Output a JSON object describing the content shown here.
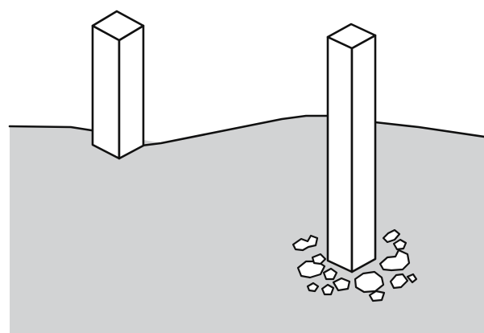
{
  "colors": {
    "ground": "#d2d3d4",
    "outline": "#111111",
    "pillar": "#ffffff",
    "background": "#ffffff"
  },
  "scene": {
    "pillars": [
      {
        "name": "shallow-post",
        "depth": "shallow",
        "surface_damage": false
      },
      {
        "name": "deep-post",
        "depth": "deep",
        "surface_damage": true
      }
    ],
    "rubble_count": 14
  }
}
